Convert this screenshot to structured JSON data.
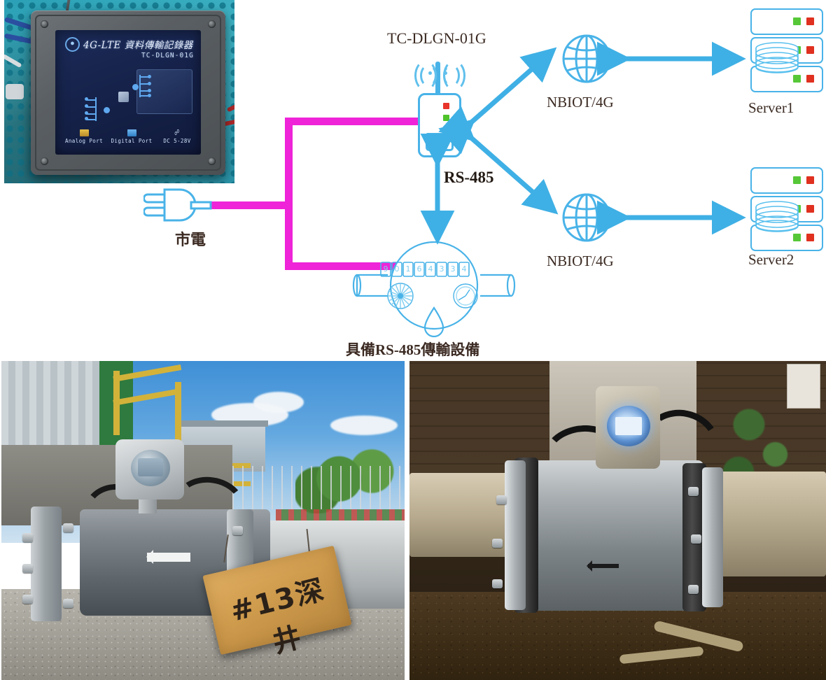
{
  "top_photo": {
    "caption_alt": "4G-LTE data logger installed in perforated enclosure",
    "device": {
      "wifi_icon": "wifi-signal-icon",
      "title": "4G-LTE 資料傳輸記錄器",
      "model": "TC-DLGN-01G",
      "ports": [
        {
          "icon": "analog-port-icon",
          "label": "Analog Port"
        },
        {
          "icon": "digital-port-icon",
          "label": "Digital Port"
        },
        {
          "icon": "power-plug-icon",
          "label": "DC 5-28V"
        }
      ]
    }
  },
  "diagram": {
    "gateway_title": "TC-DLGN-01G",
    "rs485_label": "RS-485",
    "mains_label": "市電",
    "caption": "具備RS-485傳輸設備",
    "network_nodes": [
      {
        "label": "NBIOT/4G",
        "icon": "globe-icon"
      },
      {
        "label": "NBIOT/4G",
        "icon": "globe-icon"
      }
    ],
    "servers": [
      {
        "label": "Server1",
        "icon": "server-rack-icon"
      },
      {
        "label": "Server2",
        "icon": "server-rack-icon"
      }
    ],
    "gateway_leds": [
      "#e8342a",
      "#4ec32a",
      "#4ec32a"
    ],
    "server_leds": [
      "#56c838",
      "#e0301f"
    ],
    "meter_digits": [
      "9",
      "0",
      "1",
      "6",
      "4",
      "3",
      "3",
      "4"
    ],
    "colors": {
      "accent_blue": "#49b3e8",
      "power_magenta": "#ef23d8",
      "text_brown": "#3b2a22",
      "led_red": "#e8342a",
      "led_green": "#4ec32a"
    }
  },
  "bottom_left_photo": {
    "alt": "Daytime electromagnetic flow meter on grey pipe",
    "sign_text": "#13深井"
  },
  "bottom_right_photo": {
    "alt": "Night-time electromagnetic flow meter on concrete pipe"
  }
}
